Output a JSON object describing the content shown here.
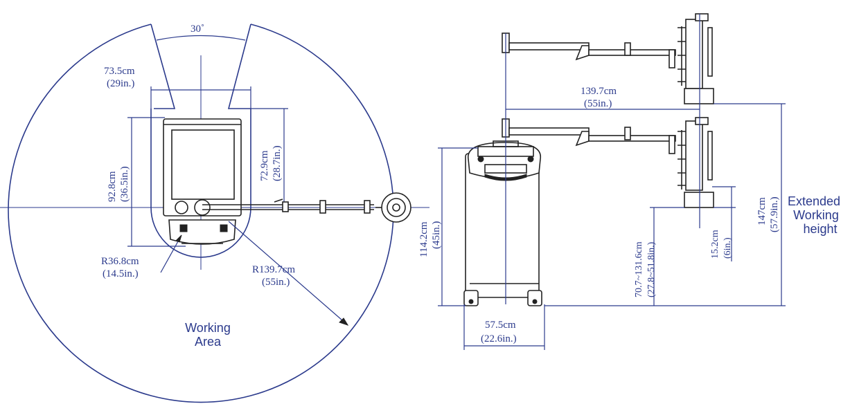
{
  "top_view": {
    "angle_label": "30˚",
    "width_cm": "73.5cm",
    "width_in": "(29in.)",
    "depth_cm": "72.9cm",
    "depth_in": "(28.7in.)",
    "length_cm": "92.8cm",
    "length_in": "(36.5in.)",
    "r_small_cm": "R36.8cm",
    "r_small_in": "(14.5in.)",
    "r_large_cm": "R139.7cm",
    "r_large_in": "(55in.)",
    "area_line1": "Working",
    "area_line2": "Area"
  },
  "side_view": {
    "reach_cm": "139.7cm",
    "reach_in": "(55in.)",
    "height_cm": "114.2cm",
    "height_in": "(45in.)",
    "base_width_cm": "57.5cm",
    "base_width_in": "(22.6in.)",
    "arm_range_cm": "70.7~131.6cm",
    "arm_range_in": "(27.8~51.8in.)",
    "head_cm": "15.2cm",
    "head_in": "(6in.)",
    "ext_cm": "147cm",
    "ext_in": "(57.9in.)",
    "ext_label_1": "Extended",
    "ext_label_2": "Working",
    "ext_label_3": "height"
  },
  "colors": {
    "dimension_blue": "#2b3a8c",
    "machine_line": "#222222"
  }
}
